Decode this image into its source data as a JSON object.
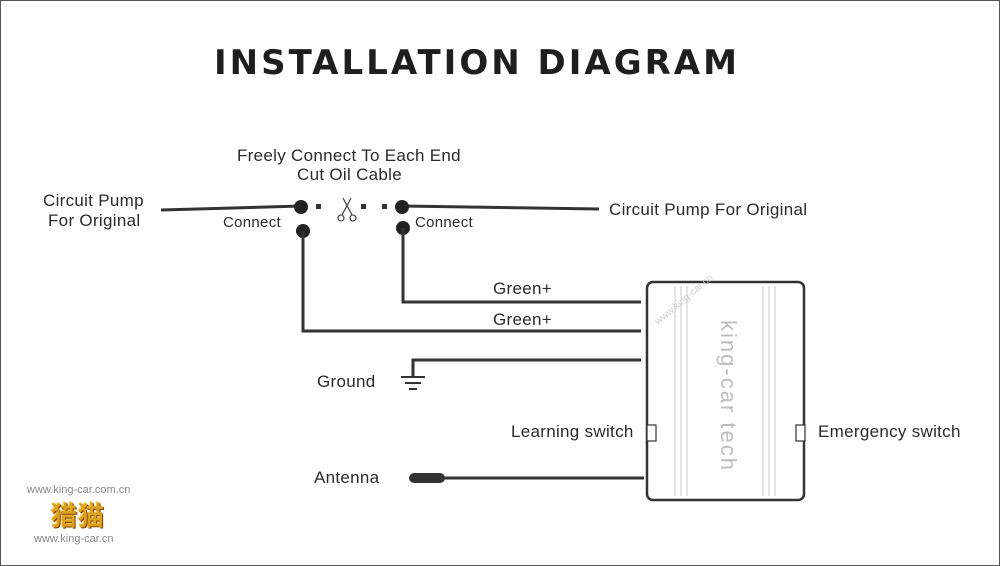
{
  "title": "INSTALLATION DIAGRAM",
  "cut_note_line1": "Freely Connect To Each End",
  "cut_note_line2": "Cut Oil Cable",
  "left_pump_line1": "Circuit Pump",
  "left_pump_line2": "For Original",
  "right_pump": "Circuit Pump For Original",
  "connect_left": "Connect",
  "connect_right": "Connect",
  "green_top": "Green+",
  "green_bottom": "Green+",
  "ground": "Ground",
  "antenna": "Antenna",
  "learning_switch": "Learning switch",
  "emergency_switch": "Emergency switch",
  "module_brand": "king-car tech",
  "watermark_top": "www.king-car.com.cn",
  "watermark_bottom": "www.king-car.cn",
  "module_watermark": "www.king-car.cn",
  "logo_text": "猎猫",
  "colors": {
    "line": "#333333",
    "text": "#2a2a2a",
    "logo": "#d9a31e"
  },
  "icons": [
    "scissors-icon",
    "ground-symbol-icon",
    "antenna-probe-icon"
  ]
}
